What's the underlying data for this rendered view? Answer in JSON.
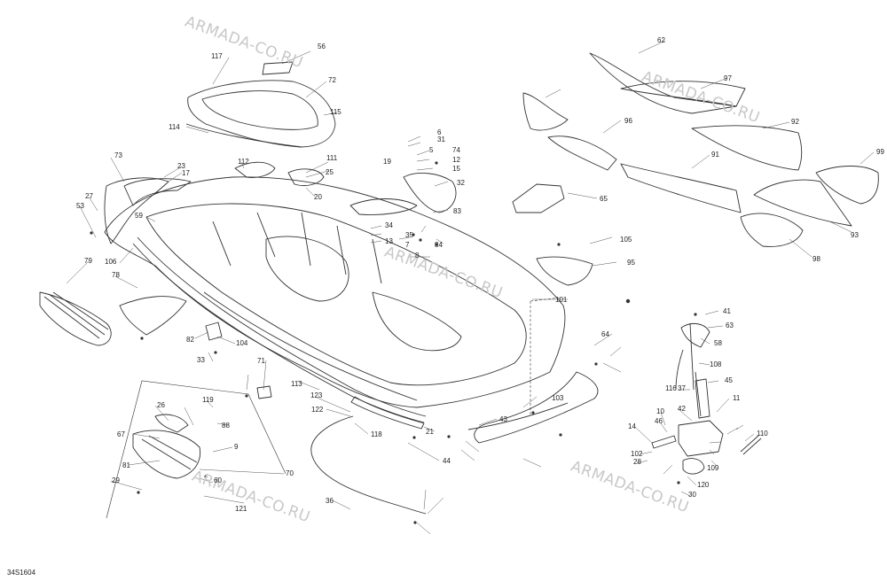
{
  "diagram_code": "34S1604",
  "watermark_text": "ARMADA-CO.RU",
  "part_numbers": [
    "56",
    "117",
    "72",
    "115",
    "114",
    "73",
    "23",
    "17",
    "112",
    "111",
    "25",
    "20",
    "27",
    "53",
    "59",
    "106",
    "79",
    "78",
    "82",
    "104",
    "33",
    "6",
    "31",
    "5",
    "19",
    "74",
    "12",
    "15",
    "32",
    "83",
    "34",
    "35",
    "13",
    "84",
    "8",
    "7",
    "26",
    "119",
    "88",
    "9",
    "67",
    "81",
    "29",
    "60",
    "121",
    "70",
    "71",
    "113",
    "123",
    "122",
    "118",
    "36",
    "21",
    "44",
    "43",
    "103",
    "101",
    "64",
    "63",
    "105",
    "95",
    "65",
    "62",
    "97",
    "96",
    "92",
    "91",
    "99",
    "93",
    "98",
    "41",
    "58",
    "108",
    "116",
    "37",
    "45",
    "11",
    "14",
    "46",
    "42",
    "28",
    "102",
    "10",
    "30",
    "120",
    "109",
    "110"
  ]
}
